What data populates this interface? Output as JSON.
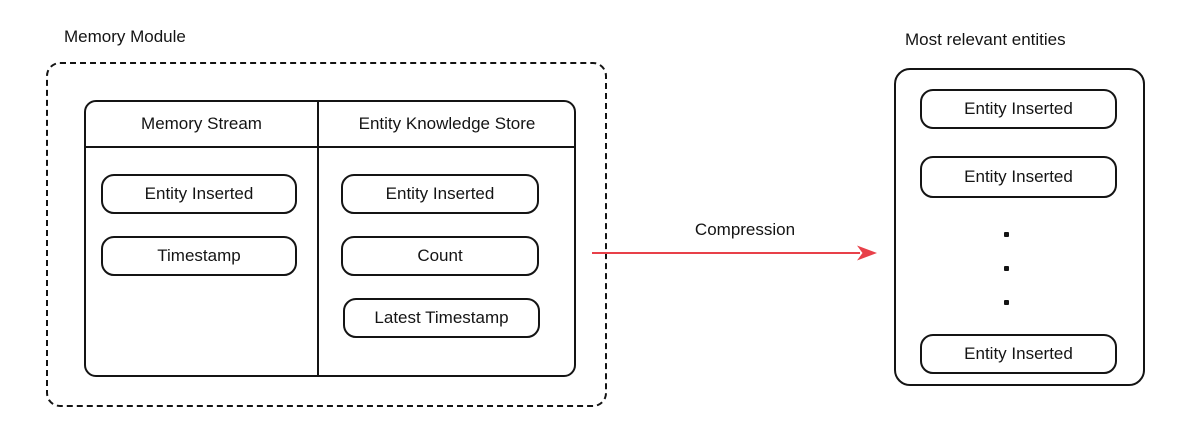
{
  "memory_module": {
    "title": "Memory Module",
    "columns": [
      {
        "header": "Memory Stream",
        "items": [
          "Entity Inserted",
          "Timestamp"
        ]
      },
      {
        "header": "Entity Knowledge Store",
        "items": [
          "Entity Inserted",
          "Count",
          "Latest Timestamp"
        ]
      }
    ]
  },
  "arrow": {
    "label": "Compression",
    "color": "#e84049"
  },
  "output": {
    "title": "Most relevant entities",
    "items": [
      "Entity Inserted",
      "Entity Inserted",
      "Entity Inserted"
    ],
    "ellipsis": "..."
  }
}
